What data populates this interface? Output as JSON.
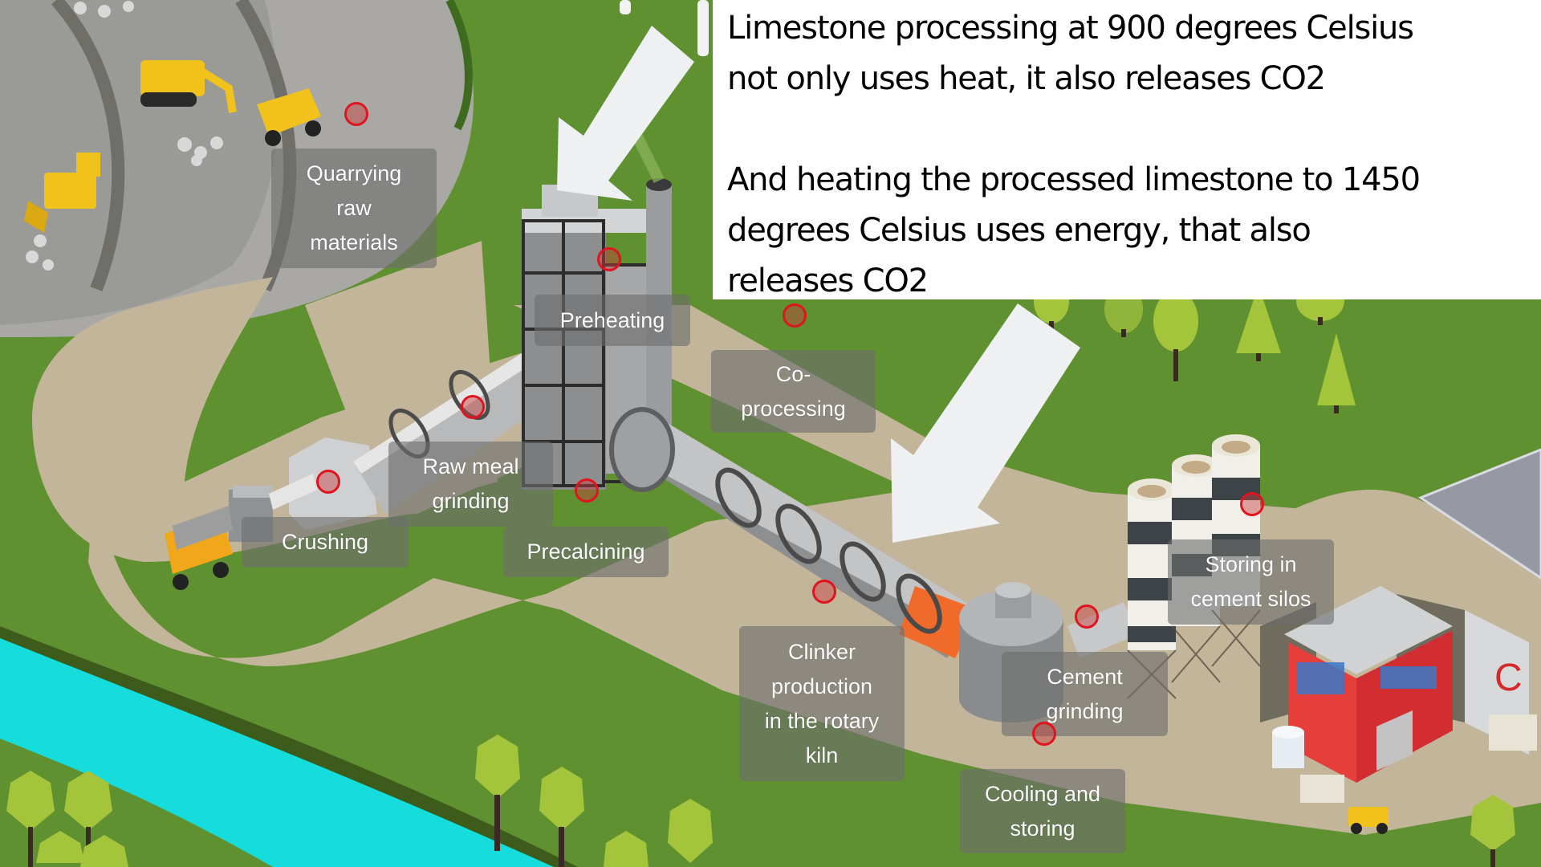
{
  "annotation": {
    "paragraph1_lines": [
      "Limestone processing at 900 degrees Celsius",
      "not only uses heat, it also releases CO2"
    ],
    "paragraph2_lines": [
      "And heating the processed limestone to 1450",
      "degrees Celsius uses energy, that also",
      "releases CO2"
    ]
  },
  "process_steps": [
    {
      "id": "quarrying",
      "lines": [
        "Quarrying",
        "raw",
        "materials"
      ]
    },
    {
      "id": "preheating",
      "lines": [
        "Preheating"
      ]
    },
    {
      "id": "co-processing",
      "lines": [
        "Co-",
        "processing"
      ]
    },
    {
      "id": "raw-meal-grinding",
      "lines": [
        "Raw meal",
        "grinding"
      ]
    },
    {
      "id": "crushing",
      "lines": [
        "Crushing"
      ]
    },
    {
      "id": "precalcining",
      "lines": [
        "Precalcining"
      ]
    },
    {
      "id": "clinker-production",
      "lines": [
        "Clinker",
        "production",
        "in the rotary",
        "kiln"
      ]
    },
    {
      "id": "cement-grinding",
      "lines": [
        "Cement",
        "grinding"
      ]
    },
    {
      "id": "cooling-storing",
      "lines": [
        "Cooling and",
        "storing"
      ]
    },
    {
      "id": "storing-silos",
      "lines": [
        "Storing in",
        "cement silos"
      ]
    }
  ],
  "colors": {
    "grass": "#5f9130",
    "path": "#c3b59a",
    "quarry": "#a9a8a4",
    "river": "#16dcdc",
    "marker": "#e0141e",
    "arrow": "#eef0f2",
    "factory_red": "#e03a3a",
    "kiln_hot": "#f06a2a"
  }
}
